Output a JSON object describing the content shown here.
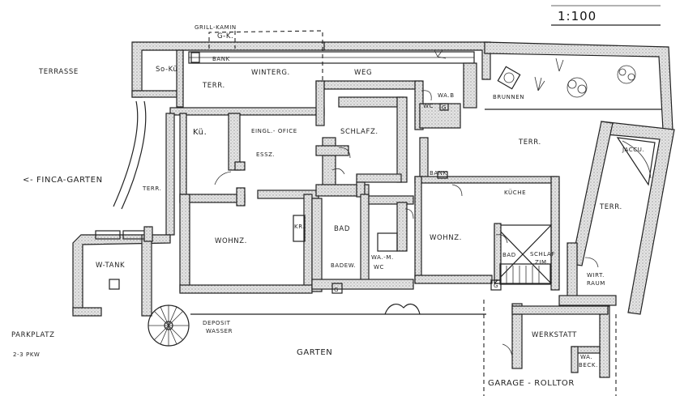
{
  "scale": "1:100",
  "labels": {
    "terrasse": "TERRASSE",
    "grill_kamin": "GRILL-KAMIN",
    "gk": "G-K.",
    "so_ku": "So-Kü",
    "bank1": "BANK",
    "terr1": "TERR.",
    "winterg": "WINTERG.",
    "weg": "WEG",
    "wab": "WA.B",
    "wc1": "WC",
    "g1": "G",
    "brunnen": "BRUNNEN",
    "ku": "Kü.",
    "eing_office": "EINGL.- OFICE",
    "essz": "ESSZ.",
    "schlafz1": "SCHLAFZ.",
    "terr2": "TERR.",
    "jacuzzi": "JACCU.",
    "finca_garten": "<- FINCA-GARTEN",
    "terr3": "TERR.",
    "bank2": "BANK",
    "kuche": "KÜCHE",
    "terr4": "TERR.",
    "wohnz1": "WOHNZ.",
    "kr": "KR.",
    "bad1": "BAD",
    "wohnz2": "WOHNZ.",
    "w_tank": "W-TANK",
    "badew": "BADEW.",
    "wam": "WA.-M.",
    "wc2": "WC",
    "bad2": "BAD",
    "schlafzim_1": "SCHLAF",
    "schlafzim_2": "ZIM.",
    "wirt_1": "WIRT.",
    "wirt_2": "RAUM",
    "g2": "G",
    "g3": "G",
    "deposit_1": "DEPOSIT",
    "deposit_2": "WASSER",
    "parkplatz_1": "PARKPLATZ",
    "parkplatz_2": "2-3 PKW",
    "garten": "GARTEN",
    "werkstatt": "WERKSTATT",
    "wabeck_1": "WA.",
    "wabeck_2": "BECK.",
    "garage": "GARAGE - ROLLTOR"
  }
}
